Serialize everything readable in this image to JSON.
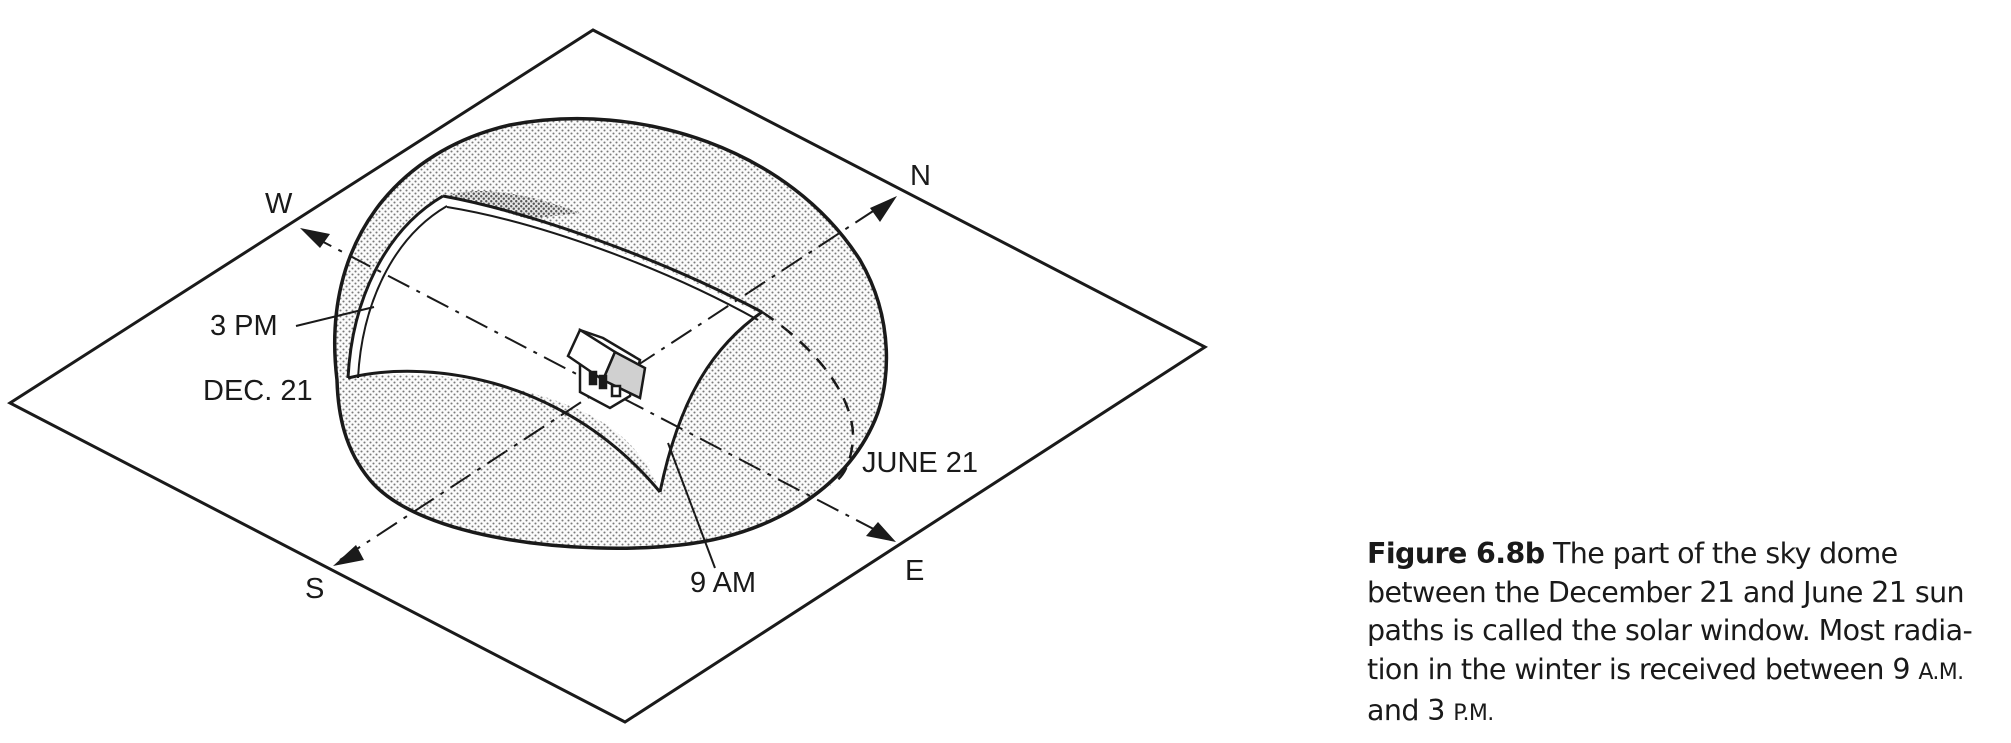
{
  "diagram": {
    "compass": {
      "west": "W",
      "north": "N",
      "south": "S",
      "east": "E"
    },
    "labels": {
      "pm": "3 PM",
      "dec": "DEC. 21",
      "june": "JUNE 21",
      "am": "9 AM"
    }
  },
  "caption": {
    "figure_number": "Figure 6.8b",
    "line1_rest": " The part of the sky dome",
    "line2": "between the December 21 and June 21 sun",
    "line3": "paths is called the solar window. Most radia-",
    "line4_pre": "tion in the winter is received between 9 ",
    "line4_am": "A.M.",
    "line5_pre": "and 3 ",
    "line5_pm": "P.M."
  }
}
